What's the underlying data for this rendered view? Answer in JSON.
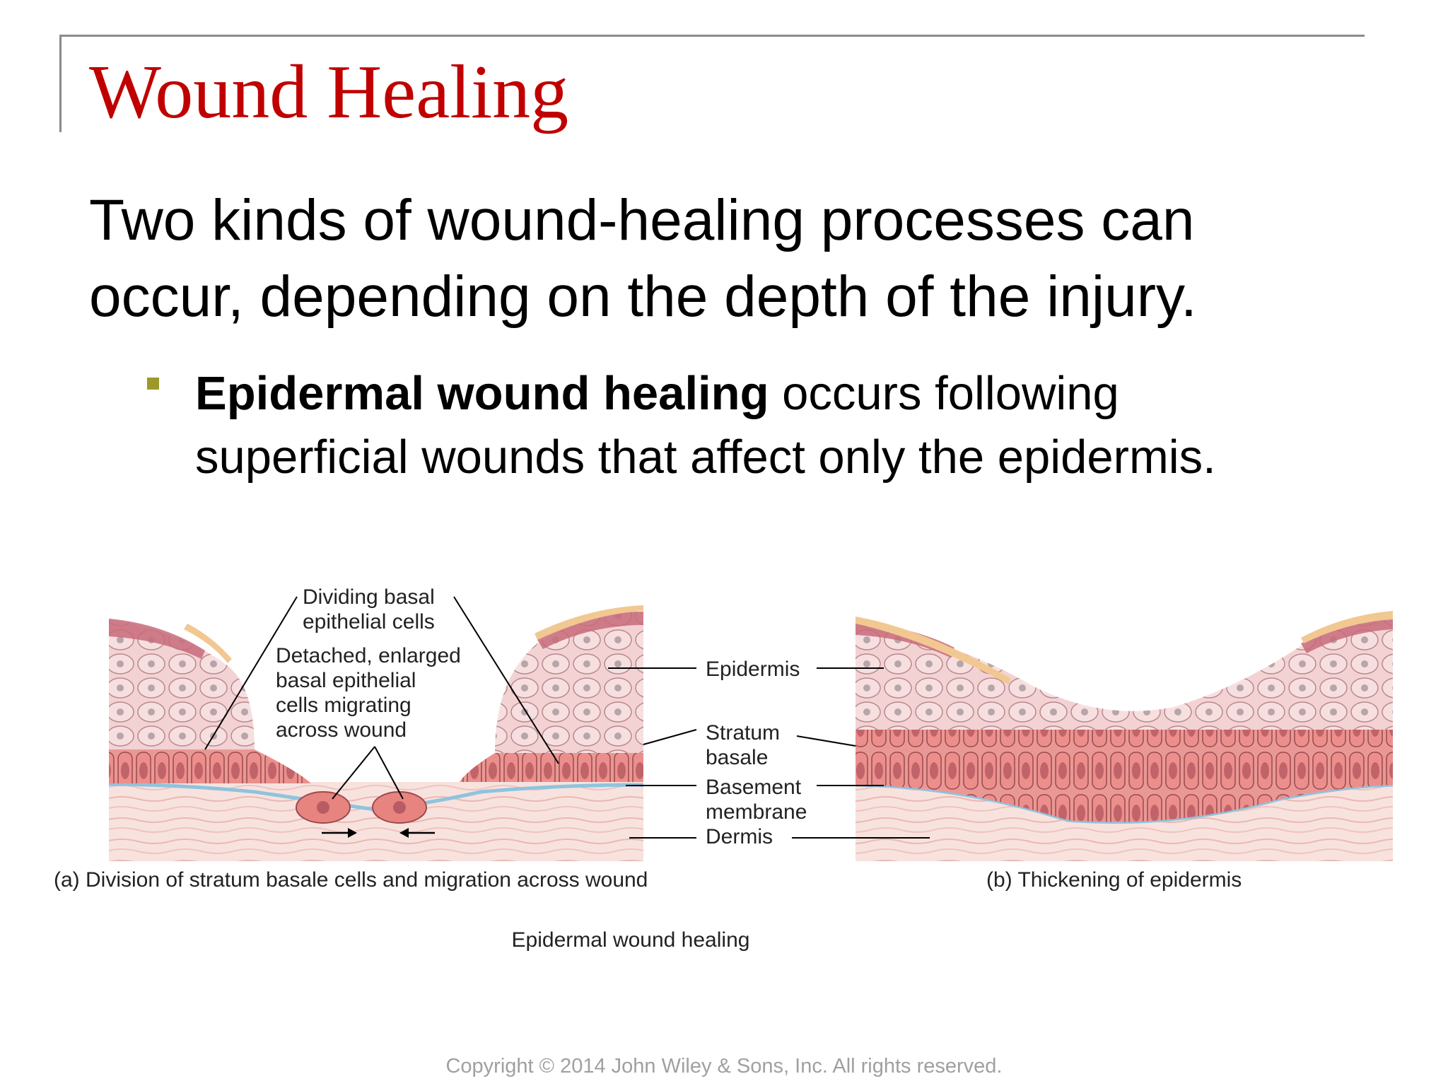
{
  "slide": {
    "title": "Wound Healing",
    "body_line1": "Two kinds of wound-healing processes can",
    "body_line2": "occur, depending on the depth of the injury.",
    "bullet_bold": "Epidermal wound healing",
    "bullet_rest_line1": " occurs following",
    "bullet_line2": "superficial wounds that affect only the epidermis.",
    "bullet_color": "#9a9a2c",
    "title_color": "#c00000"
  },
  "figure": {
    "label_dividing": [
      "Dividing basal",
      "epithelial cells"
    ],
    "label_detached": [
      "Detached, enlarged",
      "basal epithelial",
      "cells migrating",
      "across wound"
    ],
    "label_epidermis": "Epidermis",
    "label_stratum": [
      "Stratum",
      "basale"
    ],
    "label_basement": [
      "Basement",
      "membrane"
    ],
    "label_dermis": "Dermis",
    "caption_a": "(a) Division of stratum basale cells and migration across wound",
    "caption_b": "(b) Thickening of epidermis",
    "caption_main": "Epidermal wound healing"
  },
  "footer": {
    "copyright": "Copyright © 2014 John Wiley & Sons, Inc. All rights reserved."
  }
}
